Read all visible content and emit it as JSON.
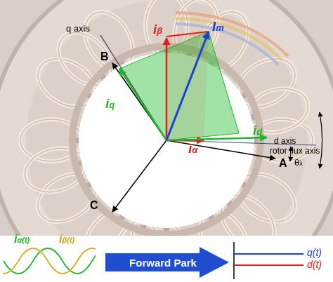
{
  "diagram": {
    "nodes": [
      {
        "text": [
          "Forward Park"
        ]
      }
    ],
    "labels": [
      "q axis",
      "iβ",
      "Im",
      "B",
      "iq",
      "id",
      "d axis",
      "rotor flux axis",
      "θλ",
      "iα",
      "A",
      "C",
      "iα(t)",
      "iβ(t)",
      "q(t)",
      "d(t)"
    ]
  }
}
